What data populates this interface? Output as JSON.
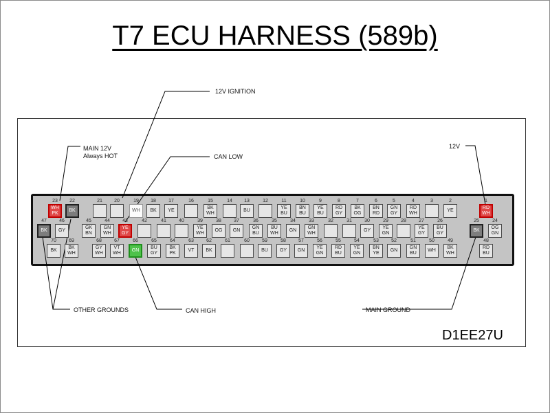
{
  "title": "T7 ECU HARNESS (589b)",
  "part_code": "D1EE27U",
  "labels": {
    "ignition": "12V IGNITION",
    "main12v": "MAIN 12V\nAlways HOT",
    "can_low": "CAN LOW",
    "v12": "12V",
    "other_grounds": "OTHER GROUNDS",
    "can_high": "CAN HIGH",
    "main_ground": "MAIN GROUND"
  },
  "pins": [
    {
      "n": "23",
      "c": "WH\nPK",
      "s": "red"
    },
    {
      "n": "22",
      "c": "BK",
      "s": "gray"
    },
    {
      "n": "21",
      "c": ""
    },
    {
      "n": "20",
      "c": ""
    },
    {
      "n": "19",
      "c": "WH",
      "s": "white"
    },
    {
      "n": "18",
      "c": "BK"
    },
    {
      "n": "17",
      "c": "YE"
    },
    {
      "n": "16",
      "c": ""
    },
    {
      "n": "15",
      "c": "BK\nWH"
    },
    {
      "n": "14",
      "c": ""
    },
    {
      "n": "13",
      "c": "BU"
    },
    {
      "n": "12",
      "c": ""
    },
    {
      "n": "11",
      "c": "YE\nBU"
    },
    {
      "n": "10",
      "c": "BN\nBU"
    },
    {
      "n": "9",
      "c": "YE\nBU"
    },
    {
      "n": "8",
      "c": "RD\nGY"
    },
    {
      "n": "7",
      "c": "BK\nOG"
    },
    {
      "n": "6",
      "c": "BN\nRD"
    },
    {
      "n": "5",
      "c": "GN\nGY"
    },
    {
      "n": "4",
      "c": "RD\nWH"
    },
    {
      "n": "3",
      "c": ""
    },
    {
      "n": "2",
      "c": "YE"
    },
    {
      "n": "1",
      "c": "RD\nWH",
      "s": "red"
    },
    {
      "n": "47",
      "c": "BK",
      "s": "gray"
    },
    {
      "n": "46",
      "c": "GY"
    },
    {
      "n": "45",
      "c": "GK\nBN"
    },
    {
      "n": "44",
      "c": "GN\nWH"
    },
    {
      "n": "43",
      "c": "YE\nGY",
      "s": "red"
    },
    {
      "n": "42",
      "c": ""
    },
    {
      "n": "41",
      "c": ""
    },
    {
      "n": "40",
      "c": ""
    },
    {
      "n": "39",
      "c": "YE\nWH"
    },
    {
      "n": "38",
      "c": "OG"
    },
    {
      "n": "37",
      "c": "GN"
    },
    {
      "n": "36",
      "c": "GN\nBU"
    },
    {
      "n": "35",
      "c": "BU\nWH"
    },
    {
      "n": "34",
      "c": "GN"
    },
    {
      "n": "33",
      "c": "GN\nWH"
    },
    {
      "n": "32",
      "c": ""
    },
    {
      "n": "31",
      "c": ""
    },
    {
      "n": "30",
      "c": "GY"
    },
    {
      "n": "29",
      "c": "YE\nGN"
    },
    {
      "n": "28",
      "c": ""
    },
    {
      "n": "27",
      "c": "YE\nGY"
    },
    {
      "n": "26",
      "c": "BU\nGY"
    },
    {
      "n": "25",
      "c": "BK",
      "s": "gray"
    },
    {
      "n": "24",
      "c": "OG\nGN"
    },
    {
      "n": "70",
      "c": "BK"
    },
    {
      "n": "69",
      "c": "BK\nWH"
    },
    {
      "n": "68",
      "c": "GY\nWH"
    },
    {
      "n": "67",
      "c": "VT\nWH"
    },
    {
      "n": "66",
      "c": "GN",
      "s": "green"
    },
    {
      "n": "65",
      "c": "BU\nGY"
    },
    {
      "n": "64",
      "c": "BK\nPK"
    },
    {
      "n": "63",
      "c": "VT"
    },
    {
      "n": "62",
      "c": "BK"
    },
    {
      "n": "61",
      "c": ""
    },
    {
      "n": "60",
      "c": ""
    },
    {
      "n": "59",
      "c": "BU"
    },
    {
      "n": "58",
      "c": "GY"
    },
    {
      "n": "57",
      "c": "GN"
    },
    {
      "n": "56",
      "c": "YE\nGN"
    },
    {
      "n": "55",
      "c": "RD\nBU"
    },
    {
      "n": "54",
      "c": "YE\nGN"
    },
    {
      "n": "53",
      "c": "BN\nYE"
    },
    {
      "n": "52",
      "c": "GN"
    },
    {
      "n": "51",
      "c": "GN\nBU"
    },
    {
      "n": "50",
      "c": "WH"
    },
    {
      "n": "49",
      "c": "BK\nWH"
    },
    {
      "n": "48",
      "c": "RD\nBU"
    }
  ]
}
